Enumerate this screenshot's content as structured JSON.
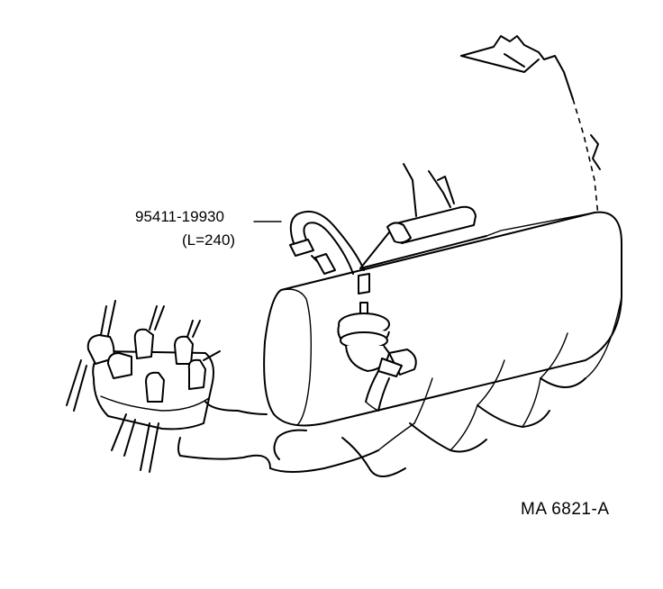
{
  "callout": {
    "part_number": "95411-19930",
    "length": "(L=240)"
  },
  "figure_code": "MA 6821-A",
  "colors": {
    "line": "#000000",
    "background": "#ffffff"
  }
}
